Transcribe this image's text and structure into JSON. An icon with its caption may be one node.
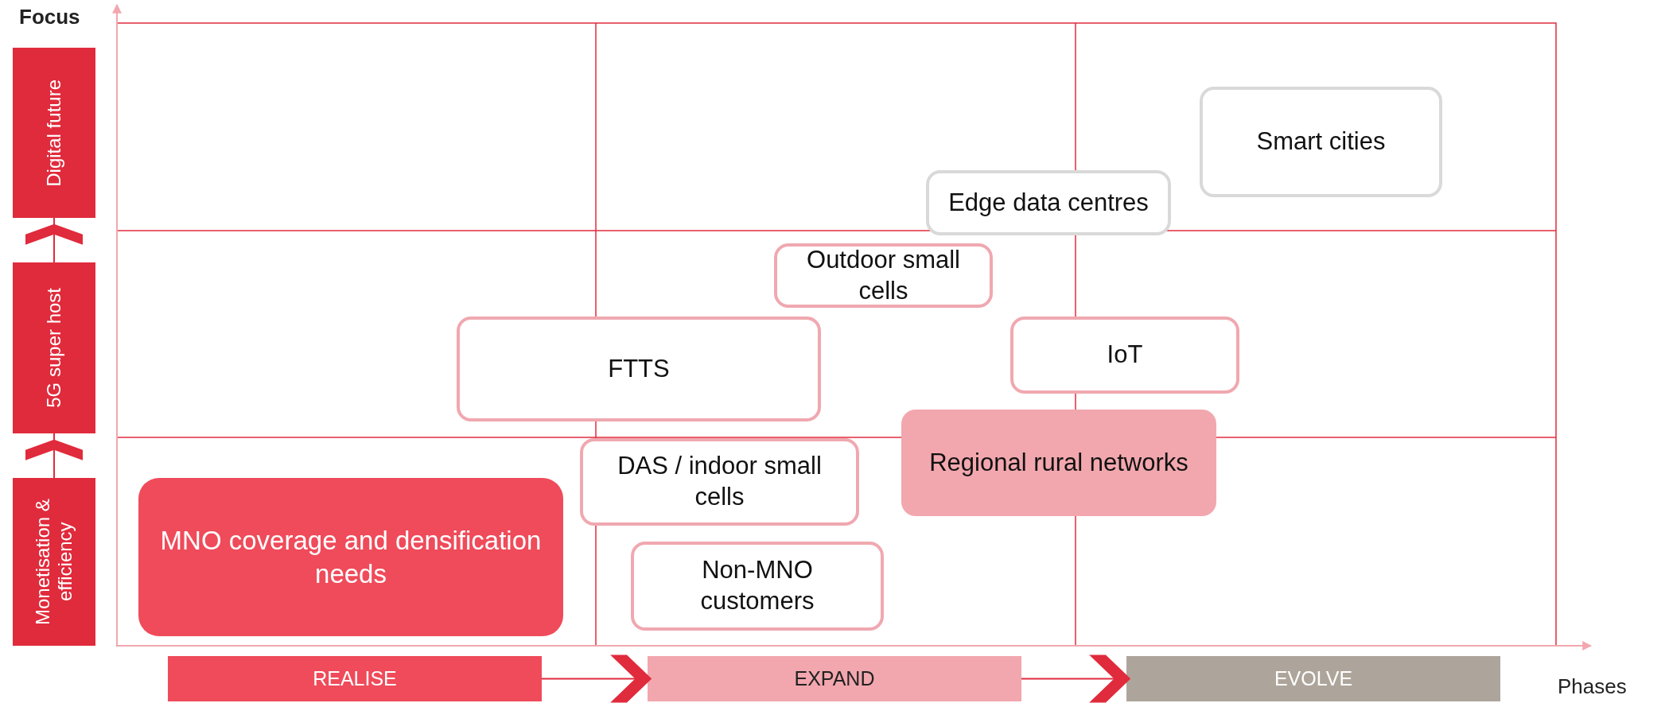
{
  "diagram": {
    "nodes": [
      {
        "text": [
          "Digital future"
        ]
      },
      {
        "text": [
          "5G super host"
        ]
      },
      {
        "text": [
          "Monetisation & efficiency"
        ]
      },
      {
        "text": [
          "Smart cities"
        ]
      },
      {
        "text": [
          "Edge data centres"
        ]
      },
      {
        "text": [
          "Outdoor small cells"
        ]
      },
      {
        "text": [
          "FTTS"
        ]
      },
      {
        "text": [
          "IoT"
        ]
      },
      {
        "text": [
          "Regional rural networks"
        ]
      },
      {
        "text": [
          "DAS / indoor small cells"
        ]
      },
      {
        "text": [
          "MNO coverage and densification needs"
        ]
      },
      {
        "text": [
          "Non-MNO customers"
        ]
      },
      {
        "text": [
          "REALISE"
        ]
      },
      {
        "text": [
          "EXPAND"
        ]
      },
      {
        "text": [
          "EVOLVE"
        ]
      }
    ],
    "edges": [
      {
        "from": 2,
        "to": 1,
        "arrow": "to"
      },
      {
        "from": 1,
        "to": 0,
        "arrow": "to"
      },
      {
        "from": 12,
        "to": 13,
        "arrow": "to"
      },
      {
        "from": 13,
        "to": 14,
        "arrow": "to"
      }
    ],
    "labels": [
      "Focus",
      "Phases"
    ]
  }
}
